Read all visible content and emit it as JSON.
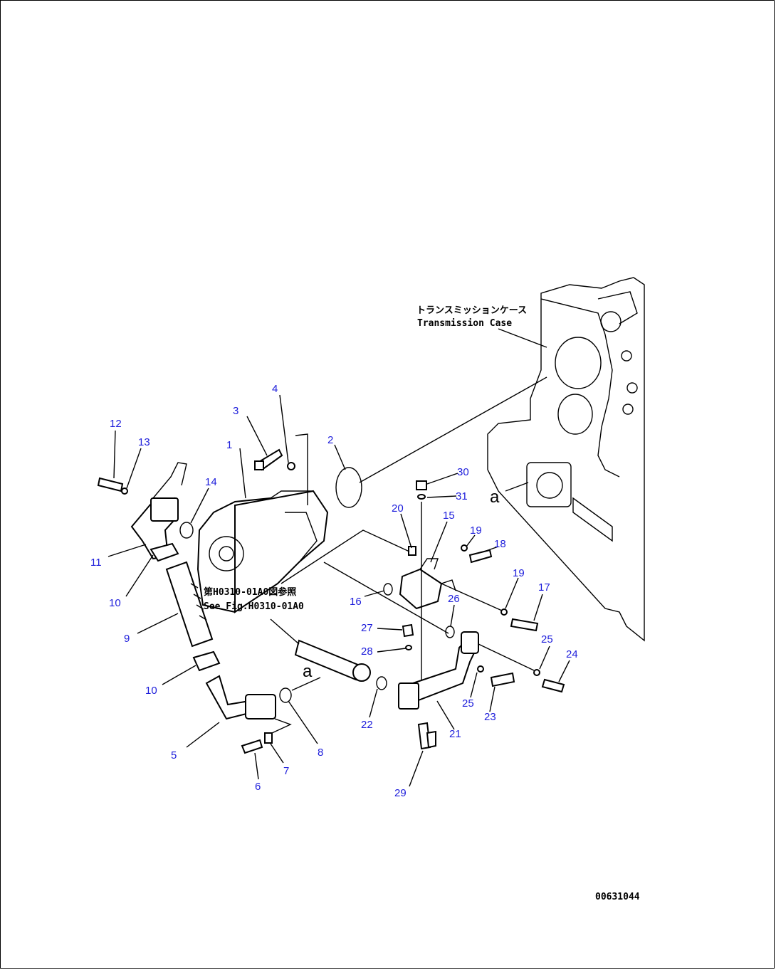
{
  "callouts": [
    "1",
    "2",
    "3",
    "4",
    "5",
    "6",
    "7",
    "8",
    "9",
    "10",
    "10",
    "11",
    "12",
    "13",
    "14",
    "15",
    "16",
    "17",
    "18",
    "19",
    "19",
    "20",
    "21",
    "22",
    "23",
    "24",
    "25",
    "25",
    "26",
    "27",
    "28",
    "29",
    "30",
    "31"
  ],
  "labels": {
    "case_jp": "トランスミッションケース",
    "case_en": "Transmission Case",
    "ref_jp": "第H0310-01A0図参照",
    "ref_en": "See Fig.H0310-01A0",
    "marker_a1": "a",
    "marker_a2": "a",
    "drawing_code": "00631044"
  }
}
